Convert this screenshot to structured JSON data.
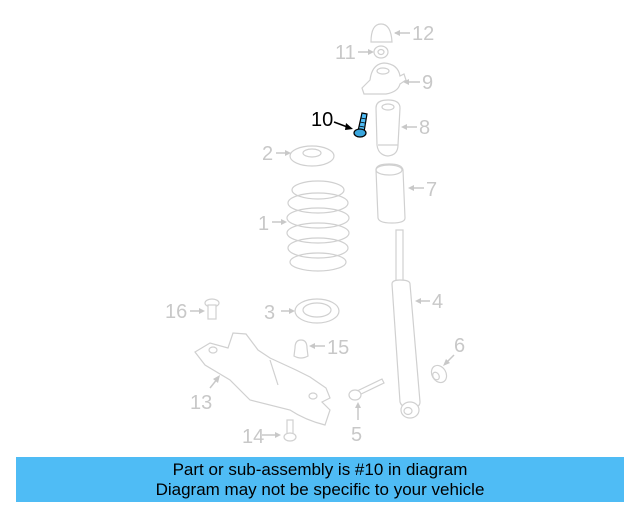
{
  "diagram": {
    "highlight_color": "#4fbcf5",
    "highlighted_part": "10",
    "callouts": [
      {
        "number": "1",
        "part": "coil spring"
      },
      {
        "number": "2",
        "part": "upper spring seat"
      },
      {
        "number": "3",
        "part": "lower spring seat"
      },
      {
        "number": "4",
        "part": "shock absorber"
      },
      {
        "number": "5",
        "part": "shock bolt"
      },
      {
        "number": "6",
        "part": "bushing nut"
      },
      {
        "number": "7",
        "part": "dust boot"
      },
      {
        "number": "8",
        "part": "bump stop"
      },
      {
        "number": "9",
        "part": "upper mount"
      },
      {
        "number": "10",
        "part": "mount bolt"
      },
      {
        "number": "11",
        "part": "nut"
      },
      {
        "number": "12",
        "part": "cap"
      },
      {
        "number": "13",
        "part": "control arm"
      },
      {
        "number": "14",
        "part": "bolt"
      },
      {
        "number": "15",
        "part": "bump stop"
      },
      {
        "number": "16",
        "part": "clip"
      }
    ]
  },
  "banner": {
    "line1": "Part or sub-assembly is #10 in diagram",
    "line2": "Diagram may not be specific to your vehicle",
    "background": "#4fbcf5"
  }
}
